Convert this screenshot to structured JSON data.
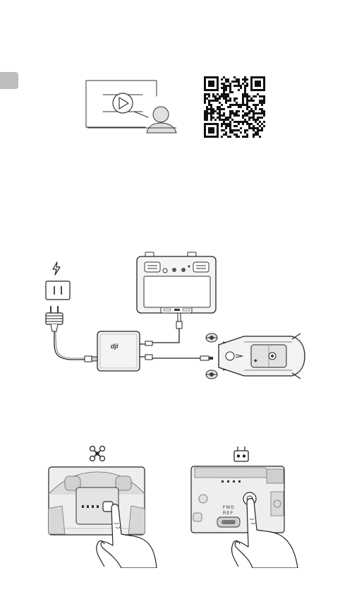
{
  "page": {
    "side_tab": {
      "color": "#bdbdbd"
    }
  },
  "icons": {
    "tutorial": "video-tutorial-icon",
    "qr": "qr-code-icon",
    "power": "lightning-icon",
    "outlet": "power-outlet-icon",
    "drone": "drone-icon",
    "remote": "remote-controller-icon"
  },
  "hub": {
    "logo_text": "dji"
  },
  "panel_right": {
    "label_line1": "FWD",
    "label_line2": "REF"
  },
  "colors": {
    "line": "#222222",
    "light_fill": "#f2f2f2",
    "mid_fill": "#d8d8d8",
    "dark_fill": "#7a7a7a"
  }
}
